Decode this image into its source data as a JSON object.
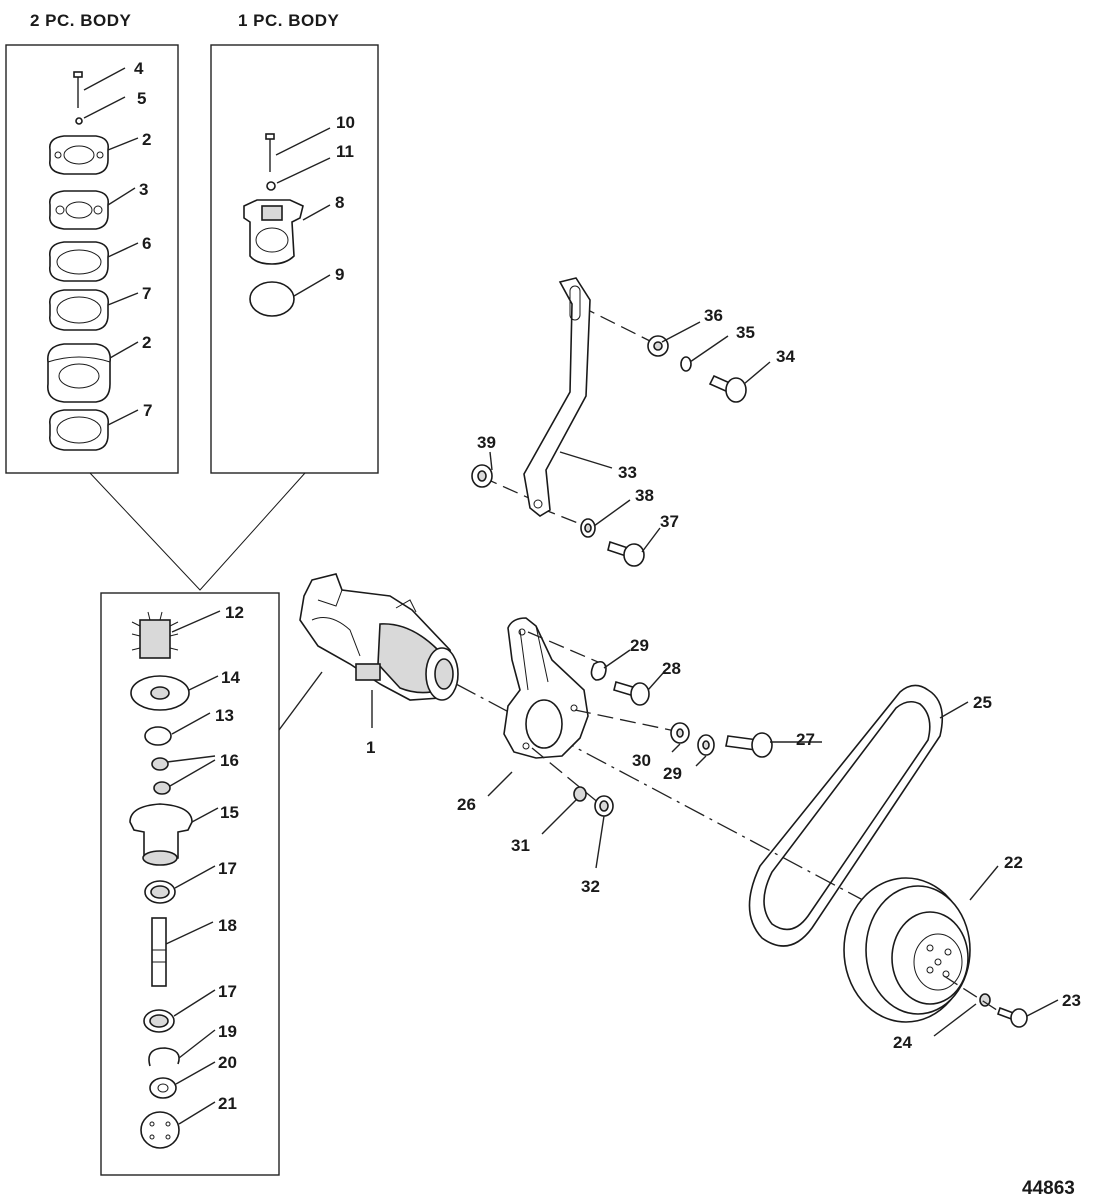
{
  "headers": {
    "two_piece": "2 PC. BODY",
    "one_piece": "1 PC. BODY"
  },
  "figure_number": "44863",
  "labels": {
    "l1": "1",
    "l2a": "2",
    "l2b": "2",
    "l3": "3",
    "l4": "4",
    "l5": "5",
    "l6": "6",
    "l7a": "7",
    "l7b": "7",
    "l8": "8",
    "l9": "9",
    "l10": "10",
    "l11": "11",
    "l12": "12",
    "l13": "13",
    "l14": "14",
    "l15": "15",
    "l16": "16",
    "l17a": "17",
    "l17b": "17",
    "l18": "18",
    "l19": "19",
    "l20": "20",
    "l21": "21",
    "l22": "22",
    "l23": "23",
    "l24": "24",
    "l25": "25",
    "l26": "26",
    "l27": "27",
    "l28": "28",
    "l29a": "29",
    "l29b": "29",
    "l30": "30",
    "l31": "31",
    "l32": "32",
    "l33": "33",
    "l34": "34",
    "l35": "35",
    "l36": "36",
    "l37": "37",
    "l38": "38",
    "l39": "39"
  }
}
